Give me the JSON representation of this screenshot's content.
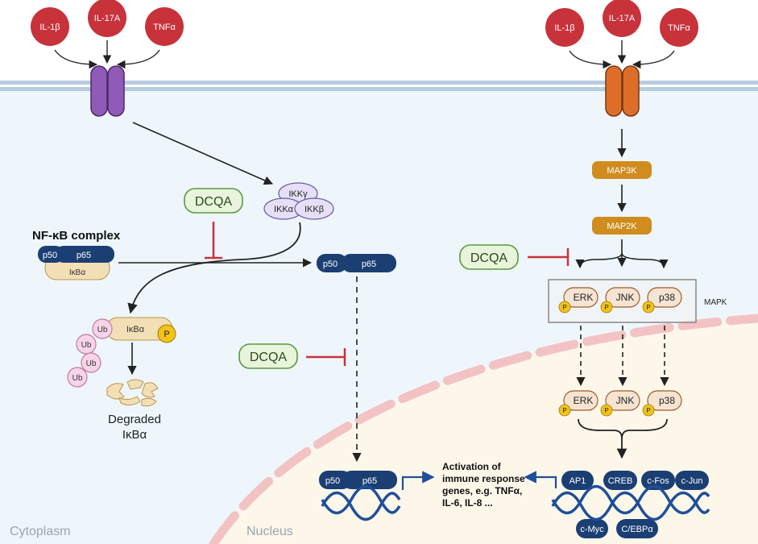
{
  "cytokines_left": [
    "IL-1β",
    "IL-17A",
    "TNFα"
  ],
  "cytokines_right": [
    "IL-1β",
    "IL-17A",
    "TNFα"
  ],
  "inhibitor": {
    "label": "DCQA"
  },
  "ikk": {
    "gamma": "IKKγ",
    "alpha": "IKKα",
    "beta": "IKKβ"
  },
  "nfkb": {
    "title": "NF-κB complex",
    "p50": "p50",
    "p65": "p65",
    "ikba": "IκBα"
  },
  "ubiquitin": {
    "ub": "Ub",
    "ikba": "IκBα",
    "phospho": "P"
  },
  "degraded": {
    "line1": "Degraded",
    "line2": "IκBα"
  },
  "mapk_pathway": {
    "map3k": "MAP3K",
    "map2k": "MAP2K",
    "box_label": "MAPK",
    "kinases": [
      "ERK",
      "JNK",
      "p38"
    ],
    "phospho": "P"
  },
  "nucleus_tf": {
    "p50": "p50",
    "p65": "p65"
  },
  "activation_text": [
    "Activation of",
    "immune response",
    "genes, e.g. TNFα,",
    "IL-6, IL-8 ..."
  ],
  "transcription_factors_top": [
    "AP1",
    "CREB",
    "c-Fos",
    "c-Jun"
  ],
  "transcription_factors_bottom": [
    "c-Myc",
    "C/EBPα"
  ],
  "regions": {
    "cytoplasm": "Cytoplasm",
    "nucleus": "Nucleus"
  },
  "colors": {
    "cytokine": "#c8323a",
    "receptor_left": "#8f5ab8",
    "receptor_right": "#dd6e2a",
    "navy": "#1b3f73",
    "tan": "#f3dfb6",
    "gold_box": "#d08c1e",
    "dcqa_fill": "#e8f4dc",
    "dcqa_stroke": "#5a9a3c",
    "inhibit_red": "#c8323a",
    "phospho": "#f2c316",
    "dna_blue": "#1f4f9a",
    "ub_pink": "#f7d5e8"
  }
}
